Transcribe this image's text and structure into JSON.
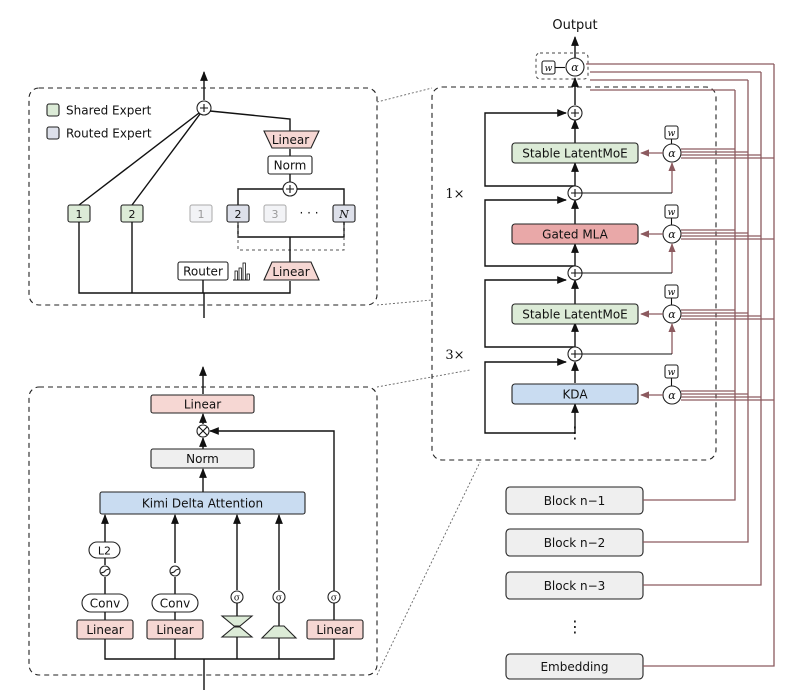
{
  "right": {
    "output": "Output",
    "alpha": "α",
    "w": "w",
    "repeat_1": "1×",
    "repeat_3": "3×",
    "stable_latent_moe": "Stable LatentMoE",
    "gated_mla": "Gated MLA",
    "kda": "KDA",
    "ellipsis": "⋮"
  },
  "blocks": {
    "n1": "Block n−1",
    "n2": "Block n−2",
    "n3": "Block n−3",
    "embedding": "Embedding"
  },
  "moe": {
    "legend_shared": "Shared Expert",
    "legend_routed": "Routed Expert",
    "linear": "Linear",
    "norm": "Norm",
    "router": "Router",
    "experts": [
      "1",
      "2",
      "1",
      "2",
      "3",
      "N"
    ],
    "dots": "· · ·"
  },
  "kda": {
    "linear": "Linear",
    "norm": "Norm",
    "kimi": "Kimi Delta Attention",
    "l2": "L2",
    "conv": "Conv",
    "sigma": "σ"
  },
  "colors": {
    "shared_expert": "#dcebd7",
    "routed_expert": "#dde0ea",
    "linear": "#f6d7d3",
    "gated_mla": "#e9a8a8",
    "kda": "#c9dcf1",
    "residual_lines": "#8c5a5f"
  }
}
